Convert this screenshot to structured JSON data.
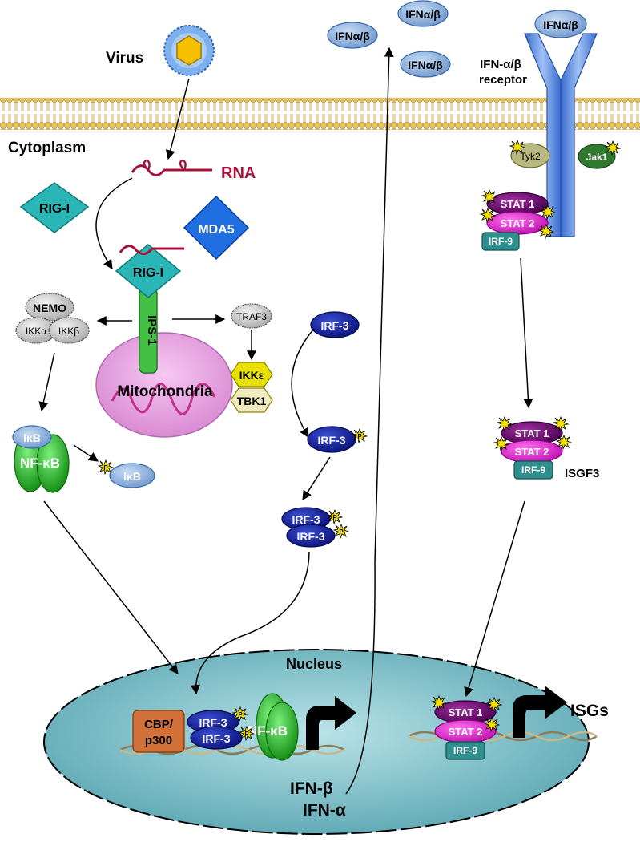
{
  "labels": {
    "virus": "Virus",
    "cytoplasm": "Cytoplasm",
    "rna": "RNA",
    "rig_i": "RIG-I",
    "rig_i_bound": "RIG-I",
    "mda5": "MDA5",
    "ips1": "IPS-1",
    "mitochondria": "Mitochondria",
    "nemo": "NEMO",
    "ikk_alpha": "IKKα",
    "ikk_beta": "IKKβ",
    "traf3": "TRAF3",
    "ikk_epsilon": "IKKε",
    "tbk1": "TBK1",
    "irf3": "IRF-3",
    "irf3_p": "IRF-3",
    "irf3_dimer_a": "IRF-3",
    "irf3_dimer_b": "IRF-3",
    "ikb": "IκB",
    "ikb_free": "IκB",
    "nfkb": "NF-κB",
    "nucleus": "Nucleus",
    "cbp_line1": "CBP/",
    "cbp_line2": "p300",
    "n_irf3_a": "IRF-3",
    "n_irf3_b": "IRF-3",
    "n_nfkb": "NF-κB",
    "ifn_beta": "IFN-β",
    "ifn_alpha": "IFN-α",
    "ifn_ab_1": "IFNα/β",
    "ifn_ab_2": "IFNα/β",
    "ifn_ab_3": "IFNα/β",
    "ifn_ab_receptor_ligand": "IFNα/β",
    "receptor_line1": "IFN-α/β",
    "receptor_line2": "receptor",
    "tyk2": "Tyk2",
    "jak1": "Jak1",
    "stat1": "STAT 1",
    "stat2": "STAT 2",
    "irf9": "IRF-9",
    "isgf3_stat1": "STAT 1",
    "isgf3_stat2": "STAT 2",
    "isgf3_irf9": "IRF-9",
    "isgf3": "ISGF3",
    "n_stat1": "STAT 1",
    "n_stat2": "STAT 2",
    "n_irf9": "IRF-9",
    "isgs": "ISGs",
    "p": "P"
  },
  "colors": {
    "teal": "#2fb8b8",
    "blue": "#1f6fe0",
    "navy": "#0b1a8c",
    "green": "#22b022",
    "purple": "#6a0a6a",
    "magenta": "#e020d0",
    "irf9": "#2f8f8f",
    "cbp": "#d2703a",
    "lightblue": "#8fb4e0",
    "membrane": "#d9b04a",
    "nucleus": "#7fbfc8"
  }
}
